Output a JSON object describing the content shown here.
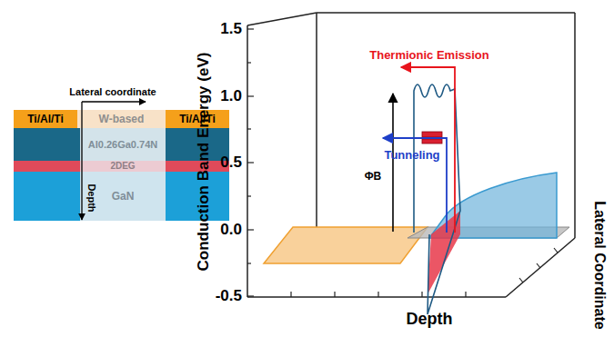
{
  "diagram": {
    "nodes": [
      {
        "text": [
          "Ti/Al/Ti"
        ]
      },
      {
        "text": [
          "W-based"
        ]
      },
      {
        "text": [
          "Ti/Al/Ti"
        ]
      },
      {
        "text": [
          "Al0.26Ga0.74N"
        ]
      },
      {
        "text": [
          "2DEG"
        ]
      },
      {
        "text": [
          "GaN"
        ]
      }
    ],
    "labels": [
      "Lateral coordinate",
      "Depth",
      "1.5",
      "1.0",
      "0.5",
      "0.0",
      "-0.5",
      "Conduction Band Energy (eV)",
      "Thermionic Emission",
      "Tunneling",
      "ΦB",
      "Depth",
      "Lateral Coordinate"
    ]
  }
}
